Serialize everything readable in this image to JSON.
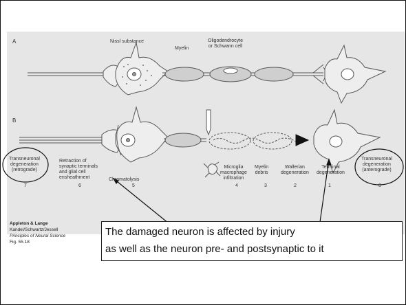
{
  "panel_labels": {
    "a": "A",
    "b": "B"
  },
  "top_labels": {
    "nissl": "Nissl substance",
    "myelin": "Myelin",
    "oligo_line1": "Oligodendrocyte",
    "oligo_line2": "or Schwann cell"
  },
  "stages": [
    {
      "lines": [
        "Transneuronal",
        "degeneration",
        "(retrograde)"
      ],
      "number": "7"
    },
    {
      "lines": [
        "Retraction of",
        "synaptic terminals",
        "and glial cell",
        "ensheathment"
      ],
      "number": "6"
    },
    {
      "lines": [
        "Chromatolysis"
      ],
      "number": "5"
    },
    {
      "lines": [
        "Microglia",
        "macrophage",
        "infiltration"
      ],
      "number": "4"
    },
    {
      "lines": [
        "Myelin",
        "debris"
      ],
      "number": "3"
    },
    {
      "lines": [
        "Wallerian",
        "degeneration"
      ],
      "number": "2"
    },
    {
      "lines": [
        "Terminal",
        "degeneration"
      ],
      "number": "1"
    },
    {
      "lines": [
        "Transneuronal",
        "degeneration",
        "(anterograde)"
      ],
      "number": "8"
    }
  ],
  "credit": {
    "publisher": "Appleton & Lange",
    "authors": "Kandel/Schwartz/Jessell",
    "book": "Principles of Neural Science",
    "figure": "Fig. 55.18"
  },
  "callout": {
    "line1": "The damaged neuron is affected by injury",
    "line2": "as well as the neuron pre- and postsynaptic to it"
  },
  "colors": {
    "ink": "#555555",
    "cell_fill": "#eeeeee",
    "myelin_fill": "#cfcfcf",
    "annotation": "#111111"
  }
}
